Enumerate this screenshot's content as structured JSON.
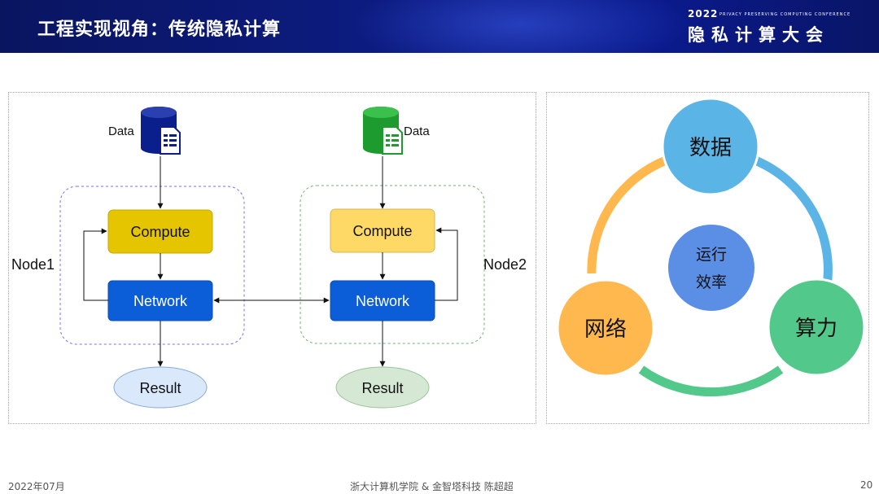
{
  "header": {
    "title": "工程实现视角：传统隐私计算",
    "conference_year": "2022",
    "conference_en": "PRIVACY PRESERVING COMPUTING CONFERENCE",
    "conference_cn": "隐私计算大会"
  },
  "flow_diagram": {
    "node1": {
      "label": "Node1",
      "data_label": "Data",
      "compute_label": "Compute",
      "network_label": "Network",
      "result_label": "Result"
    },
    "node2": {
      "label": "Node2",
      "data_label": "Data",
      "compute_label": "Compute",
      "network_label": "Network",
      "result_label": "Result"
    },
    "colors": {
      "node1_compute": "#e5c400",
      "node2_compute": "#ffd966",
      "network": "#0b5ed7",
      "node1_result": "#dae8fc",
      "node2_result": "#d5e8d4",
      "node1_db": "#0b1f8c",
      "node2_db": "#1d9b2e"
    }
  },
  "cycle_diagram": {
    "data_label": "数据",
    "compute_label": "算力",
    "network_label": "网络",
    "center_label_line1": "运行",
    "center_label_line2": "效率",
    "colors": {
      "data": "#5ab4e6",
      "compute": "#52c98a",
      "network": "#ffb84d",
      "center": "#5b8fe6"
    }
  },
  "footer": {
    "date": "2022年07月",
    "author": "浙大计算机学院 & 金智塔科技 陈超超",
    "page_number": "20"
  }
}
